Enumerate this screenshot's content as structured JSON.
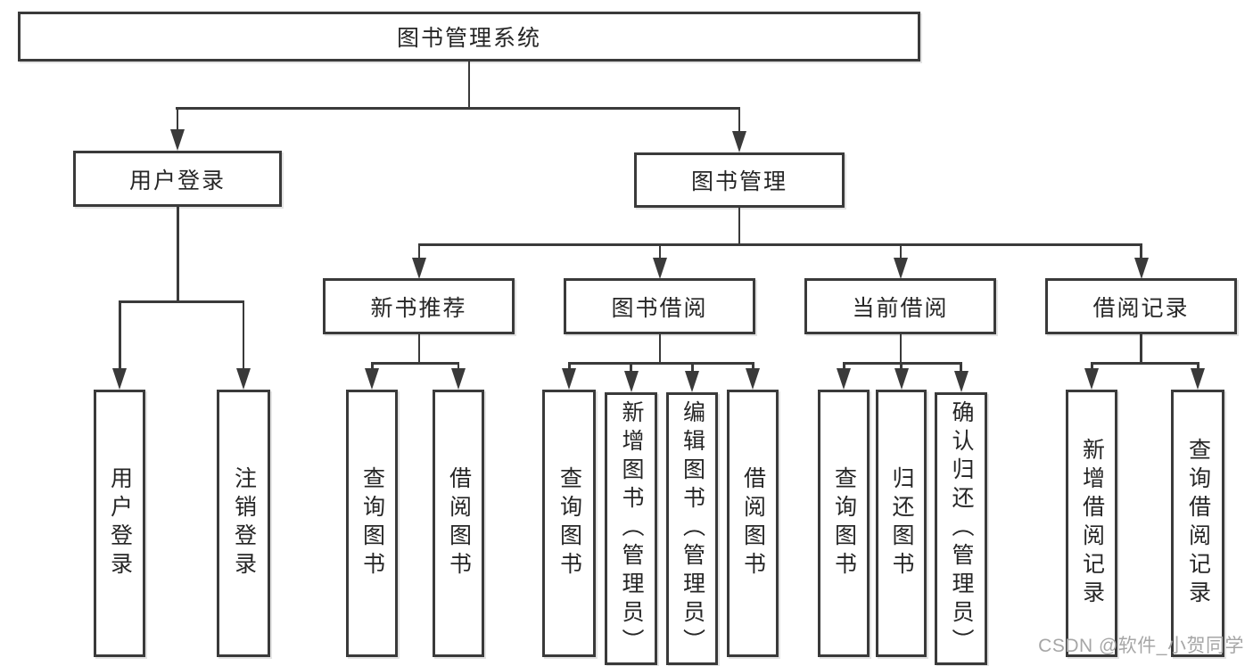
{
  "diagram": {
    "title_node_note": "functional structure chart of a library management system",
    "root": {
      "label": "图书管理系统"
    },
    "level2": {
      "user_login": {
        "label": "用户登录"
      },
      "book_mgmt": {
        "label": "图书管理"
      }
    },
    "level3": {
      "new_books": {
        "label": "新书推荐"
      },
      "book_borrow": {
        "label": "图书借阅"
      },
      "current_borrow": {
        "label": "当前借阅"
      },
      "borrow_records": {
        "label": "借阅记录"
      }
    },
    "leaves": {
      "user_login": [
        "用户登录",
        "注销登录"
      ],
      "new_books": [
        "查询图书",
        "借阅图书"
      ],
      "book_borrow": [
        "查询图书",
        "新增图书（管理员）",
        "编辑图书（管理员）",
        "借阅图书"
      ],
      "current_borrow": [
        "查询图书",
        "归还图书",
        "确认归还（管理员）"
      ],
      "borrow_records": [
        "新增借阅记录",
        "查询借阅记录"
      ]
    }
  },
  "watermark": {
    "text": "CSDN @软件_小贺同学"
  },
  "colors": {
    "line": "#3a3a3a",
    "text": "#262626",
    "watermark": "#a6a6a6",
    "background": "#ffffff"
  }
}
